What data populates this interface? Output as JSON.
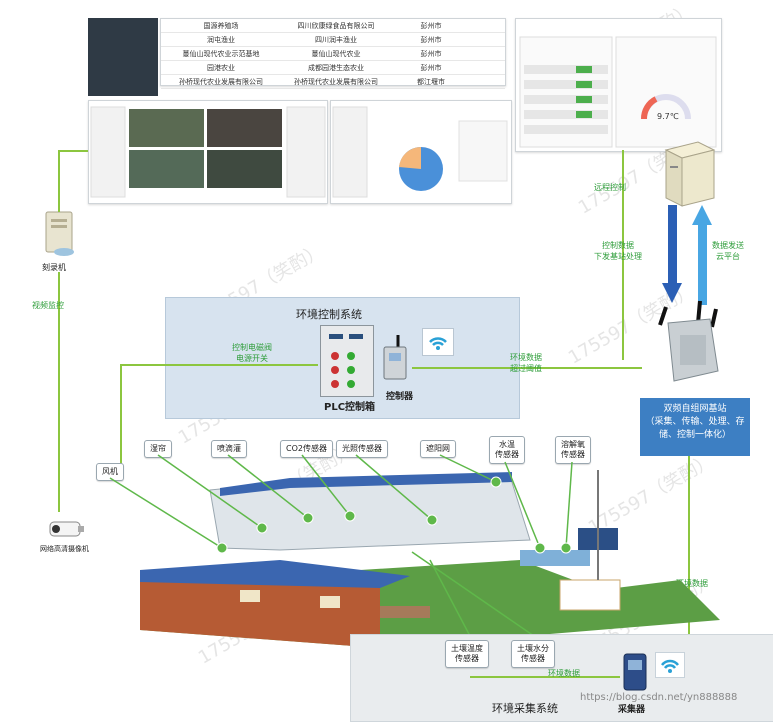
{
  "table_rows": [
    {
      "name": "国源养殖场",
      "company": "四川欣康绿食品有限公司",
      "city": "彭州市"
    },
    {
      "name": "润屯渔业",
      "company": "四川润丰渔业",
      "city": "彭州市"
    },
    {
      "name": "蔓仙山现代农业示范基地",
      "company": "蔓仙山现代农业",
      "city": "彭州市"
    },
    {
      "name": "园港农业",
      "company": "成都园港生态农业",
      "city": "彭州市"
    },
    {
      "name": "孙桥现代农业发展有限公司",
      "company": "孙桥现代农业发展有限公司",
      "city": "都江堰市"
    }
  ],
  "labels": {
    "recorder": "刻录机",
    "video_monitor": "视频监控",
    "camera": "网络高清摄像机",
    "remote_control": "远程控制",
    "control_data_1": "控制数据",
    "control_data_2": "下发基站处理",
    "data_send_1": "数据发送",
    "data_send_2": "云平台",
    "env_control_system": "环境控制系统",
    "ctrl_valve_1": "控制电磁阀",
    "ctrl_valve_2": "电源开关",
    "plc_box": "PLC控制箱",
    "controller": "控制器",
    "env_data_1": "环境数据",
    "env_data_2": "超过阈值",
    "station_1": "双频自组网基站",
    "station_2": "（采集、传输、处理、存",
    "station_3": "储、控制一体化）",
    "env_data_upload": "环境数据",
    "env_data_bottom": "环境数据",
    "env_collect_system": "环境采集系统",
    "collector": "采集器",
    "watermark_url": "https://blog.csdn.net/yn888888",
    "watermark_id": "175597（笑酌）",
    "gauge_value": "9.7℃"
  },
  "tags": {
    "fan": "风机",
    "curtain": "湿帘",
    "sprinkler": "喷滴灌",
    "co2": "CO2传感器",
    "light": "光照传感器",
    "shade": "遮阳网",
    "water_temp_1": "水温",
    "water_temp_2": "传感器",
    "oxygen_1": "溶解氧",
    "oxygen_2": "传感器",
    "soil_temp_1": "土壤温度",
    "soil_temp_2": "传感器",
    "soil_moist_1": "土壤水分",
    "soil_moist_2": "传感器"
  },
  "colors": {
    "flow_line": "#8cc63f",
    "station_box": "#3d7fc3",
    "system_box": "#d7e3ef",
    "upload_arrow": "#48a6e3",
    "download_arrow": "#2b5fb5"
  }
}
